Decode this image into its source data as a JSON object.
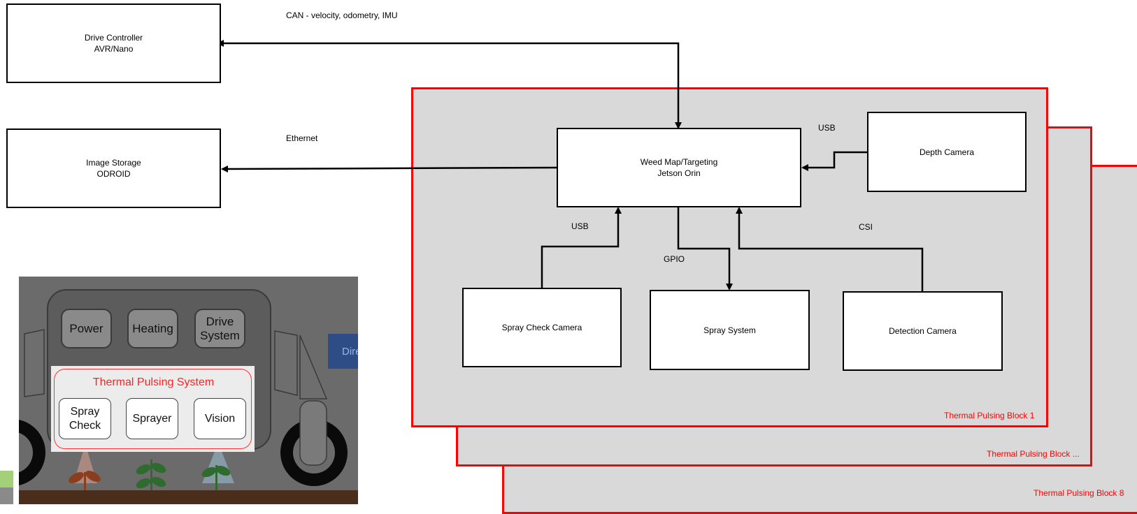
{
  "panels": {
    "block1": "Thermal Pulsing Block 1",
    "block_mid": "Thermal Pulsing Block ...",
    "block8": "Thermal Pulsing Block 8"
  },
  "nodes": {
    "drive_controller": {
      "line1": "Drive Controller",
      "line2": "AVR/Nano"
    },
    "image_storage": {
      "line1": "Image Storage",
      "line2": "ODROID"
    },
    "weed_map": {
      "line1": "Weed Map/Targeting",
      "line2": "Jetson Orin"
    },
    "depth_camera": {
      "line1": "Depth Camera"
    },
    "spray_check_camera": {
      "line1": "Spray Check Camera"
    },
    "spray_system": {
      "line1": "Spray System"
    },
    "detection_camera": {
      "line1": "Detection Camera"
    }
  },
  "edges": {
    "can": "CAN - velocity, odometry, IMU",
    "ethernet": "Ethernet",
    "usb_depth": "USB",
    "usb_spray_check": "USB",
    "gpio": "GPIO",
    "csi": "CSI"
  },
  "inset": {
    "top_modules": [
      "Power",
      "Heating",
      "Drive\nSystem"
    ],
    "tps_title": "Thermal Pulsing System",
    "tps_modules": [
      "Spray\nCheck",
      "Sprayer",
      "Vision"
    ],
    "side_button": "Dire"
  },
  "colors": {
    "panel_border": "#ff0000",
    "panel_fill": "#d9d9d9",
    "box_border": "#000000",
    "label_red": "#ff0000"
  }
}
